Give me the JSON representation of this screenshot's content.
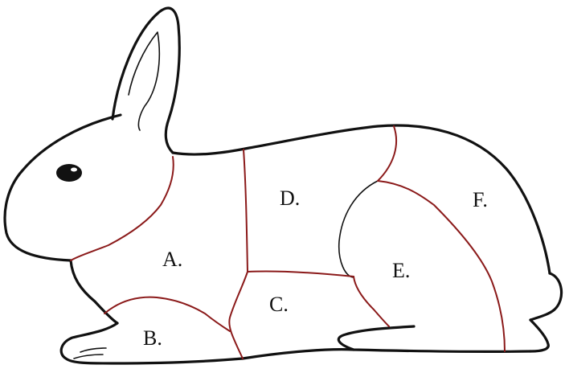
{
  "regions": [
    {
      "id": "a",
      "label": "A."
    },
    {
      "id": "b",
      "label": "B."
    },
    {
      "id": "c",
      "label": "C."
    },
    {
      "id": "d",
      "label": "D."
    },
    {
      "id": "e",
      "label": "E."
    },
    {
      "id": "f",
      "label": "F."
    }
  ],
  "colors": {
    "outline": "#111111",
    "cut_lines": "#8b1a1a",
    "background": "#ffffff"
  }
}
